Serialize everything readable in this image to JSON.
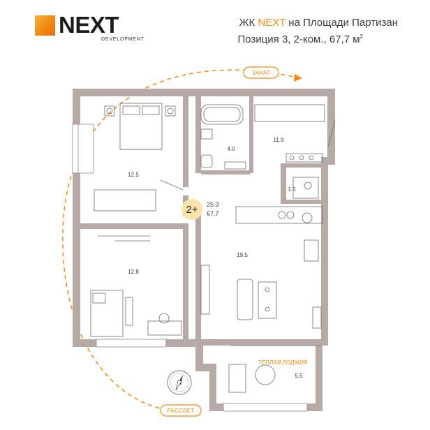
{
  "brand": {
    "name": "NEXT",
    "sub": "DEVELOPMENT"
  },
  "header": {
    "title_prefix": "ЖК",
    "title_accent": "NEXT",
    "title_suffix": "на Площади Партизан",
    "position_text": "Позиция 3, 2-ком., 67,7 м",
    "position_sup": "2"
  },
  "directions": {
    "sunset": "ЗАКАТ",
    "sunrise": "РАССВЕТ"
  },
  "badge": {
    "rooms": "2+",
    "living_area": "25.3",
    "total_area": "67.7"
  },
  "rooms": {
    "bedroom_top": "12.5",
    "bedroom_bottom": "12.8",
    "bathroom": "4.0",
    "kitchen": "11.9",
    "wc": "1.5",
    "living": "19.5",
    "loggia": "5.5"
  },
  "loggia_label": "ТЁПЛАЯ ЛОДЖИЯ",
  "colors": {
    "wall": "#b7a9a6",
    "accent": "#f08a12",
    "badge": "#fbe3a9",
    "line": "#5a5a5a"
  }
}
